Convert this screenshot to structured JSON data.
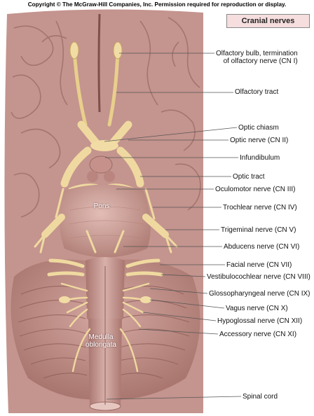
{
  "copyright": "Copyright © The McGraw-Hill Companies, Inc. Permission required for reproduction or display.",
  "title": "Cranial nerves",
  "structures": {
    "pons": "Pons",
    "medulla_line1": "Medulla",
    "medulla_line2": "oblongata"
  },
  "labels": {
    "olfactory_bulb_line1": "Olfactory bulb, termination",
    "olfactory_bulb_line2": "of olfactory nerve (CN I)",
    "olfactory_tract": "Olfactory tract",
    "optic_chiasm": "Optic chiasm",
    "optic_nerve": "Optic nerve (CN II)",
    "infundibulum": "Infundibulum",
    "optic_tract": "Optic tract",
    "oculomotor": "Oculomotor nerve (CN III)",
    "trochlear": "Trochlear nerve (CN IV)",
    "trigeminal": "Trigeminal nerve (CN V)",
    "abducens": "Abducens nerve (CN VI)",
    "facial": "Facial nerve (CN VII)",
    "vestibulocochlear": "Vestibulocochlear nerve (CN VIII)",
    "glossopharyngeal": "Glossopharyngeal nerve (CN IX)",
    "vagus": "Vagus nerve (CN X)",
    "hypoglossal": "Hypoglossal nerve (CN XII)",
    "accessory": "Accessory nerve (CN XI)",
    "spinal_cord": "Spinal cord"
  },
  "colors": {
    "brain": "#c99a94",
    "brain_dark": "#9e6e6a",
    "nerve": "#efd9a0",
    "title_bg": "#f6dede"
  }
}
